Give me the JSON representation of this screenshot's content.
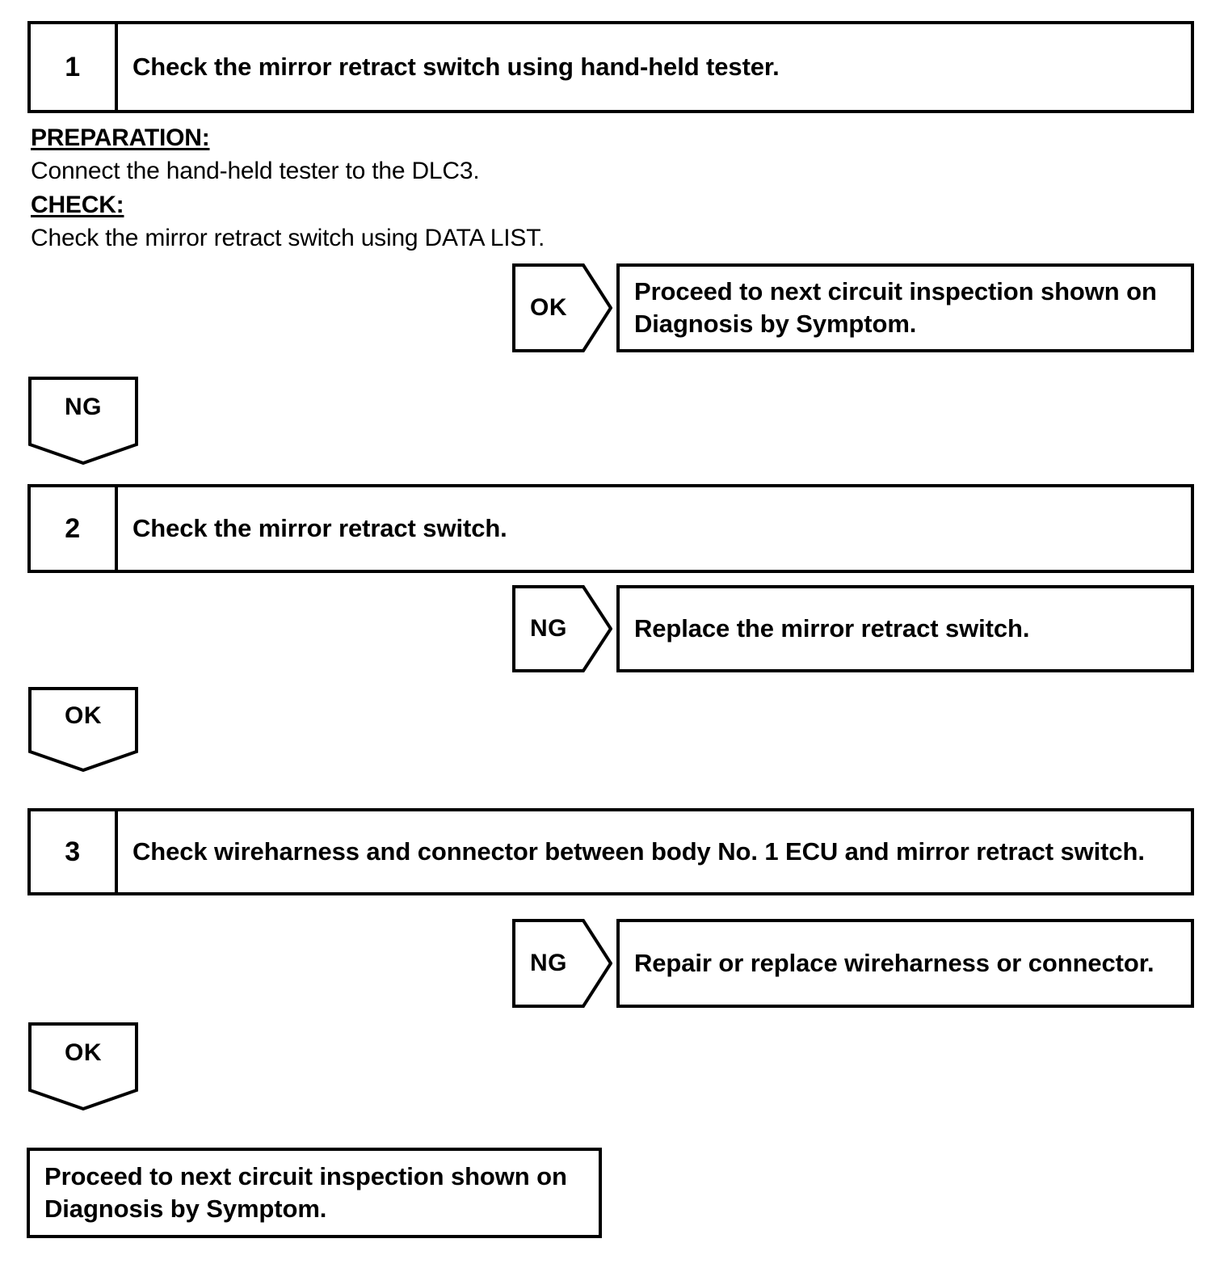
{
  "document": {
    "type": "diagnostic-troubleshooting-flowchart",
    "title": "Mirror Retract Switch Circuit Inspection"
  },
  "steps": [
    {
      "number": "1",
      "title": "Check the mirror retract switch using hand-held tester."
    },
    {
      "number": "2",
      "title": "Check the mirror retract switch."
    },
    {
      "number": "3",
      "title": "Check wireharness and connector between body No. 1 ECU and mirror retract switch."
    }
  ],
  "notes": {
    "preparation_label": "PREPARATION:",
    "preparation_text": "Connect the hand-held tester to the DLC3.",
    "check_label": "CHECK:",
    "check_text": "Check the mirror retract switch using DATA LIST."
  },
  "judgements": {
    "ok": "OK",
    "ng": "NG"
  },
  "results": {
    "step1_ok_line1": "Proceed to next circuit inspection shown on",
    "step1_ok_line2": "Diagnosis by Symptom.",
    "step2_ng": "Replace the mirror retract switch.",
    "step3_ng": "Repair or replace wireharness or connector.",
    "final_line1": "Proceed to next circuit inspection shown on",
    "final_line2": "Diagnosis by Symptom."
  },
  "colors": {
    "ink": "#000000",
    "paper": "#ffffff"
  }
}
